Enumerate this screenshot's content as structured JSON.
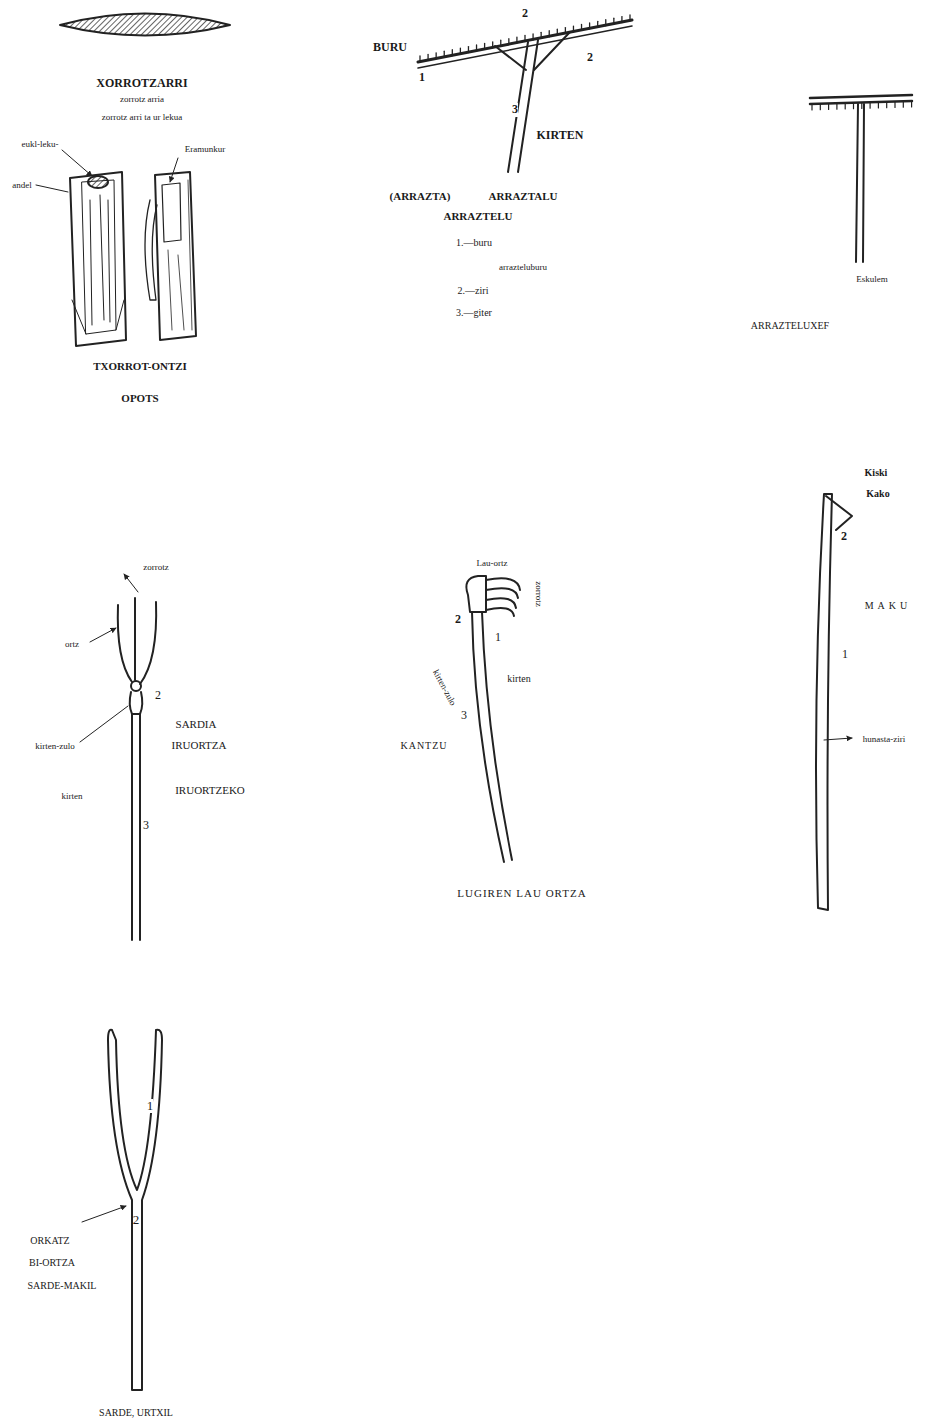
{
  "diagram": {
    "labels": [
      "XORROTZARRI",
      "zorrotz arria",
      "zorrotz arri ta ur lekua",
      "eukl-leku-",
      "andel",
      "Eramunkur",
      "TXORROT-ONTZI",
      "OPOTS",
      "BURU",
      "1",
      "2",
      "2",
      "3",
      "KIRTEN",
      "(ARRAZTA)",
      "ARRAZTALU",
      "ARRAZTELU",
      "1.—buru",
      "arrazteluburu",
      "2.—ziri",
      "3.—giter",
      "Eskulem",
      "ARRAZTELUXEF",
      "zorrotz",
      "ortz",
      "2",
      "kirten-zulo",
      "SARDIA",
      "IRUORTZA",
      "IRUORTZEKO",
      "kirten",
      "3",
      "Lau-ortz",
      "zorrotz",
      "2",
      "1",
      "kirten-zulo",
      "kirten",
      "3",
      "KANTZU",
      "LUGIREN LAU ORTZA",
      "Kiski",
      "Kako",
      "2",
      "MAKU",
      "1",
      "hunasta-ziri",
      "1",
      "2",
      "ORKATZ",
      "BI-ORTZA",
      "SARDE-MAKIL",
      "SARDE, URTXIL"
    ]
  }
}
